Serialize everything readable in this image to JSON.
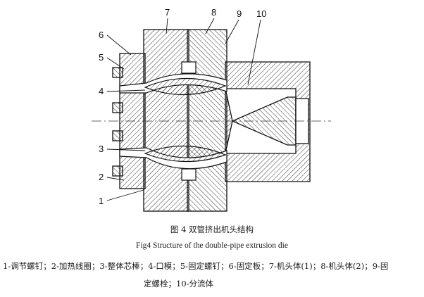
{
  "figure": {
    "callouts": [
      "1",
      "2",
      "3",
      "4",
      "5",
      "6",
      "7",
      "8",
      "9",
      "10"
    ]
  },
  "caption": {
    "chinese": "图 4  双管挤出机头结构",
    "english": "Fig4 Structure of the double-pipe extrusion die"
  },
  "legend": {
    "line1": "1-调节螺钉；2-加热线圈；3-整体芯棒；4-口模；5-固定螺钉；6-固定板；7-机头体(1)；8-机头体(2)；9-固",
    "line2": "定螺栓；10-分流体"
  }
}
